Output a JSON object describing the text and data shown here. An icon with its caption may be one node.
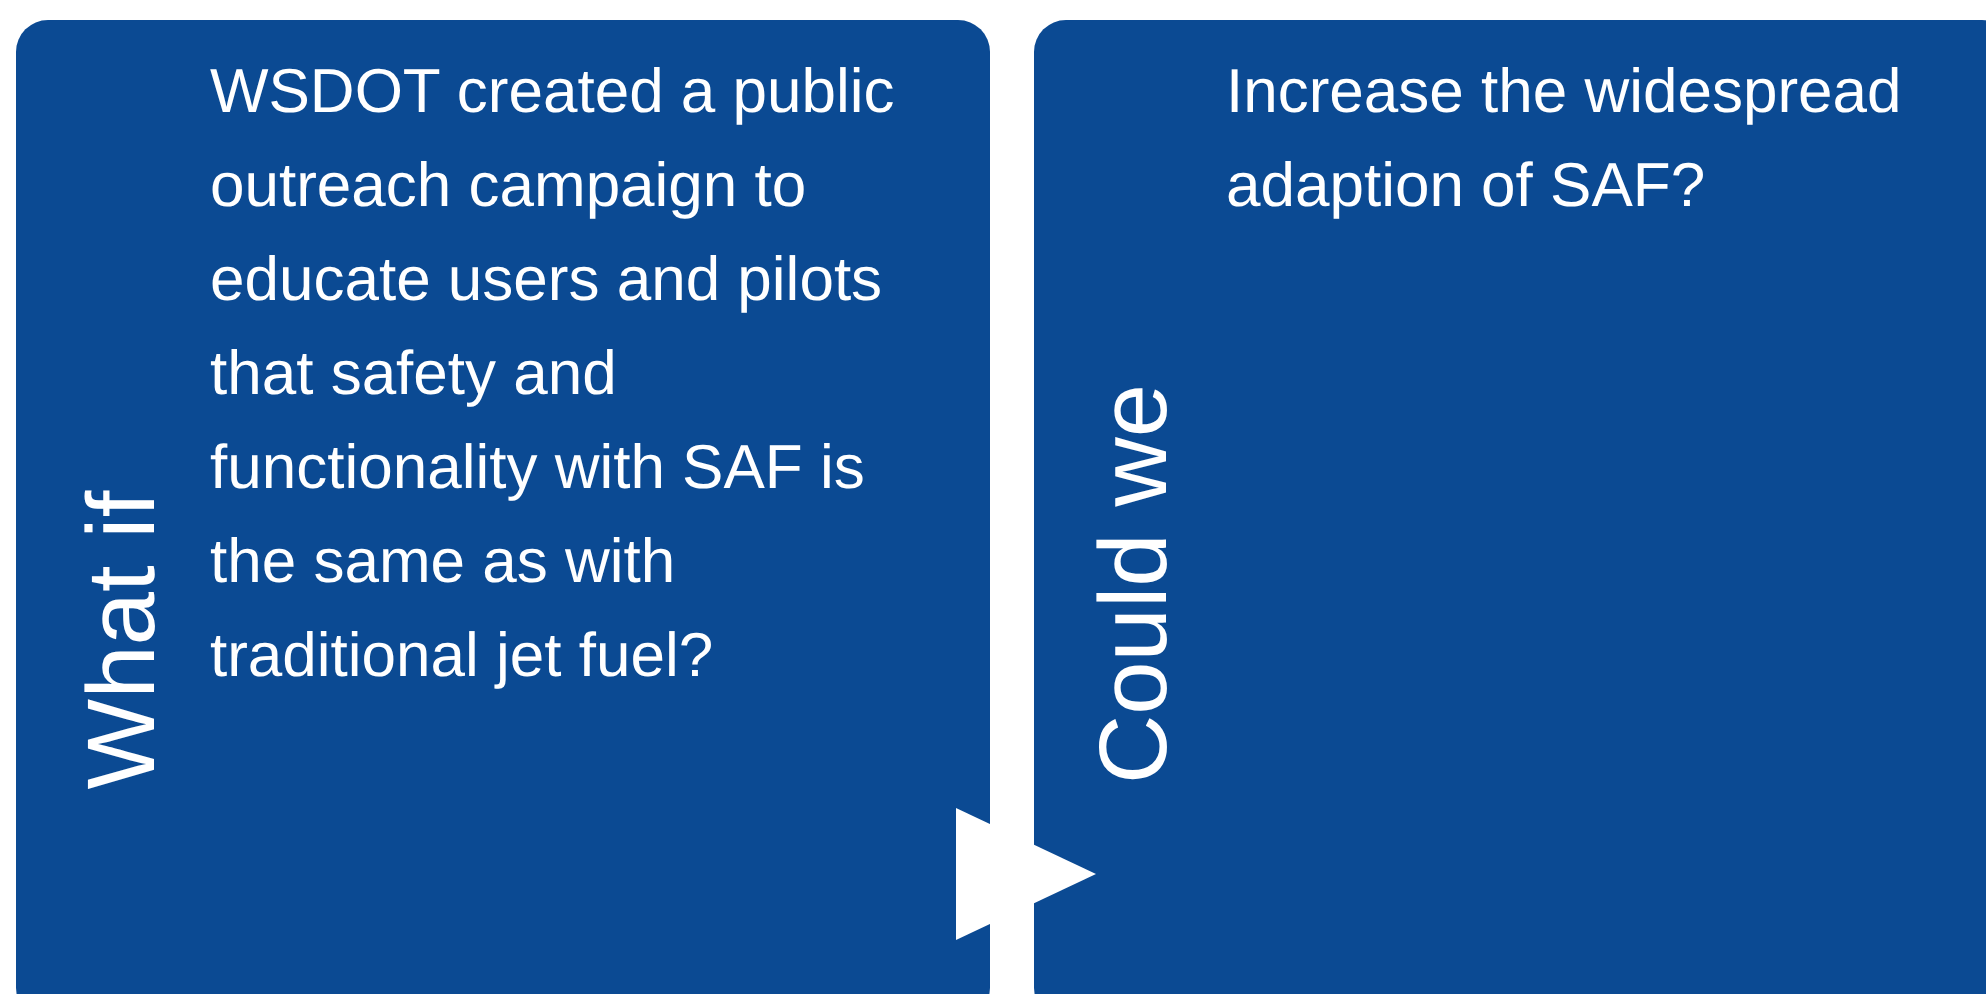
{
  "diagram": {
    "nodes": [
      {
        "text": [
          "What if",
          "WSDOT created a public outreach campaign to educate users and pilots that safety and functionality with SAF is the same as with traditional jet fuel?"
        ]
      },
      {
        "text": [
          "Could we",
          "Increase the widespread adaption of SAF?"
        ]
      }
    ],
    "edges": [
      {
        "from": 0,
        "to": 1,
        "arrow": "to"
      }
    ]
  }
}
